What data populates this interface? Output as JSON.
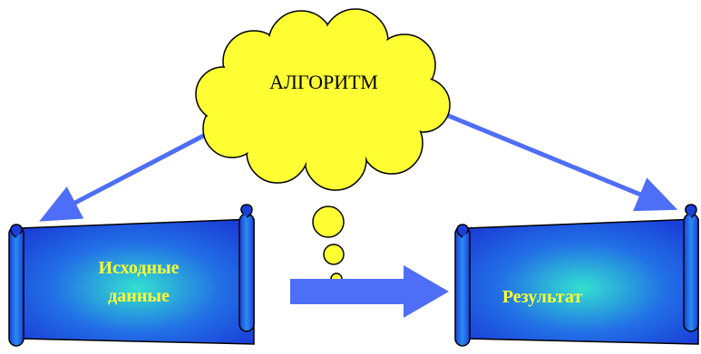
{
  "diagram": {
    "cloud_label": "АЛГОРИТМ",
    "input_label_line1": "Исходные",
    "input_label_line2": "данные",
    "output_label": "Результат"
  },
  "colors": {
    "cloud_fill": "#ffff33",
    "arrow": "#4f6ef7",
    "scroll_light": "#33e0d0",
    "scroll_dark": "#1a3fd8",
    "label": "#ffff33"
  }
}
